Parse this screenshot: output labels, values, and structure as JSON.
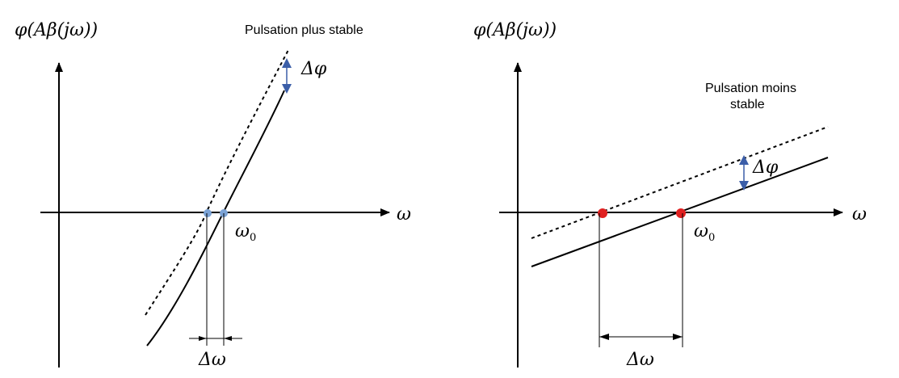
{
  "left_panel": {
    "y_axis_label": "φ(Aβ(jω))",
    "x_axis_label": "ω",
    "caption": "Pulsation plus stable",
    "delta_phi_label": "Δφ",
    "omega0_label": "ω",
    "omega0_subscript": "0",
    "delta_omega_label": "Δω",
    "point_color": "#7ba3d6"
  },
  "right_panel": {
    "y_axis_label": "φ(Aβ(jω))",
    "x_axis_label": "ω",
    "caption_line1": "Pulsation moins",
    "caption_line2": "stable",
    "delta_phi_label": "Δφ",
    "omega0_label": "ω",
    "omega0_subscript": "0",
    "delta_omega_label": "Δω",
    "point_color": "#e02020"
  },
  "colors": {
    "arrow_blue": "#3b5ea8"
  }
}
